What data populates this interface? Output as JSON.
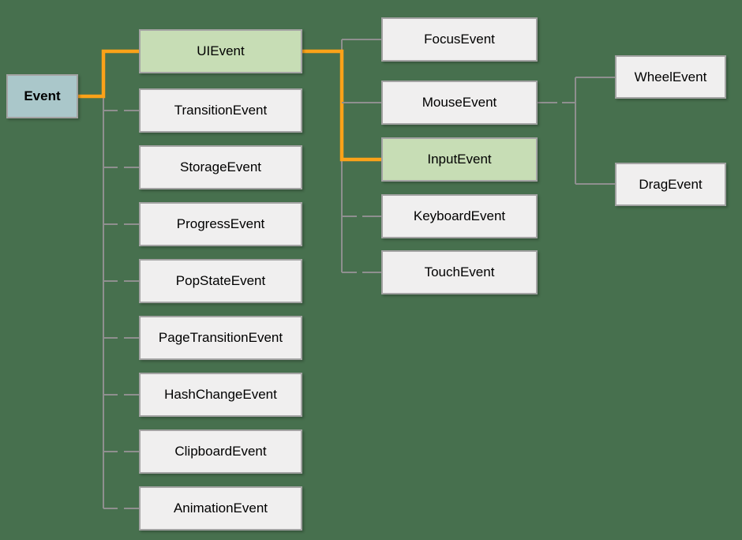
{
  "theme": {
    "bg": "#47704e",
    "fill": "#f0efef",
    "fillGreen": "#c7ddb5",
    "fillRoot": "#aac7ca",
    "border": "#a3a3a3",
    "line": "#8f8f8f",
    "accent": "#fba219"
  },
  "nodes": {
    "event": {
      "label": "Event"
    },
    "uievent": {
      "label": "UIEvent"
    },
    "transitionevent": {
      "label": "TransitionEvent"
    },
    "storageevent": {
      "label": "StorageEvent"
    },
    "progressevent": {
      "label": "ProgressEvent"
    },
    "popstateevent": {
      "label": "PopStateEvent"
    },
    "pagetransitionevent": {
      "label": "PageTransitionEvent"
    },
    "hashchangeevent": {
      "label": "HashChangeEvent"
    },
    "clipboardevent": {
      "label": "ClipboardEvent"
    },
    "animationevent": {
      "label": "AnimationEvent"
    },
    "focusevent": {
      "label": "FocusEvent"
    },
    "mouseevent": {
      "label": "MouseEvent"
    },
    "inputevent": {
      "label": "InputEvent"
    },
    "keyboardevent": {
      "label": "KeyboardEvent"
    },
    "touchevent": {
      "label": "TouchEvent"
    },
    "wheelevent": {
      "label": "WheelEvent"
    },
    "dragevent": {
      "label": "DragEvent"
    }
  },
  "hierarchy": {
    "Event": [
      "UIEvent",
      "TransitionEvent",
      "StorageEvent",
      "ProgressEvent",
      "PopStateEvent",
      "PageTransitionEvent",
      "HashChangeEvent",
      "ClipboardEvent",
      "AnimationEvent"
    ],
    "UIEvent": [
      "FocusEvent",
      "MouseEvent",
      "InputEvent",
      "KeyboardEvent",
      "TouchEvent"
    ],
    "MouseEvent": [
      "WheelEvent",
      "DragEvent"
    ]
  },
  "highlighted_path": [
    "Event",
    "UIEvent",
    "InputEvent"
  ]
}
